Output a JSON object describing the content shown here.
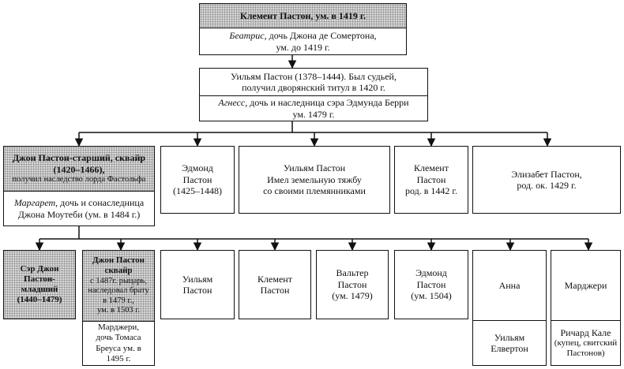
{
  "nodes": {
    "clement_sr": {
      "name": "Клемент Пастон, ум. в 1419 г."
    },
    "beatrice": {
      "name_italic": "Беатрис",
      "rest": ", дочь Джона де Сомертона,",
      "line2": "ум. до 1419 г."
    },
    "william_sr": {
      "line1": "Уильям Пастон (1378–1444). Был судьей,",
      "line2": "получил дворянский титул в 1420 г."
    },
    "agnes": {
      "name_italic": "Агнесс",
      "rest": ", дочь и наследница сэра Эдмунда Берри",
      "line2": "ум. 1479 г."
    },
    "john_sr": {
      "line1": "Джон Пастон-старший, сквайр",
      "line2": "(1420–1466),",
      "line3": "получил наследство лорда Фастольфа"
    },
    "margaret": {
      "name_italic": "Маргарет",
      "rest": ", дочь и сонаследница",
      "line2": "Джона Моутеби (ум. в 1484 г.)"
    },
    "edmond_1": {
      "line1": "Эдмонд",
      "line2": "Пастон",
      "line3": "(1425–1448)"
    },
    "william_2": {
      "line1": "Уильям Пастон",
      "line2": "Имел земельную тяжбу",
      "line3": "со своими племянниками"
    },
    "clement_2": {
      "line1": "Клемент",
      "line2": "Пастон",
      "line3": "род. в 1442 г."
    },
    "elizabeth": {
      "line1": "Элизабет Пастон,",
      "line2": "род. ок. 1429 г."
    },
    "sir_john": {
      "line1": "Сэр Джон",
      "line2": "Пастон-",
      "line3": "младший",
      "line4": "(1440–1479)"
    },
    "john_squire": {
      "line1": "Джон Пастон",
      "line2": "сквайр",
      "line3": "с 1487г. рыцарь,",
      "line4": "наследовал брату",
      "line5": "в 1479 г.,",
      "line6": "ум. в 1503 г."
    },
    "margery_brews": {
      "line1": "Марджери,",
      "line2": "дочь Томаса",
      "line3": "Бреуса ум. в",
      "line4": "1495 г."
    },
    "william_3": {
      "line1": "Уильям",
      "line2": "Пастон"
    },
    "clement_3": {
      "line1": "Клемент",
      "line2": "Пастон"
    },
    "walter": {
      "line1": "Вальтер",
      "line2": "Пастон",
      "line3": "(ум. 1479)"
    },
    "edmond_2": {
      "line1": "Эдмонд",
      "line2": "Пастон",
      "line3": "(ум. 1504)"
    },
    "anne": {
      "name": "Анна"
    },
    "william_elverton": {
      "line1": "Уильям",
      "line2": "Елвертон"
    },
    "margery_2": {
      "name": "Марджери"
    },
    "richard_cale": {
      "line1": "Ричард Кале",
      "line2": "(купец, свитский",
      "line3": "Пастонов)"
    }
  },
  "colors": {
    "line": "#111111",
    "shade": "#d6d6d6"
  }
}
